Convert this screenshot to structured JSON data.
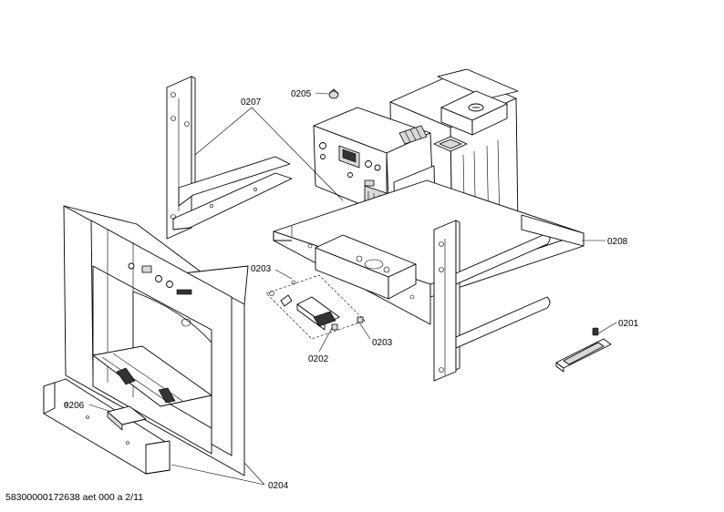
{
  "callouts": {
    "c0205": "0205",
    "c0207": "0207",
    "c0208": "0208",
    "c0203a": "0203",
    "c0203b": "0203",
    "c0202": "0202",
    "c0201": "0201",
    "c0206": "0206",
    "c0204": "0204"
  },
  "document_id": "58300000172638 aet 000 a 2/11"
}
